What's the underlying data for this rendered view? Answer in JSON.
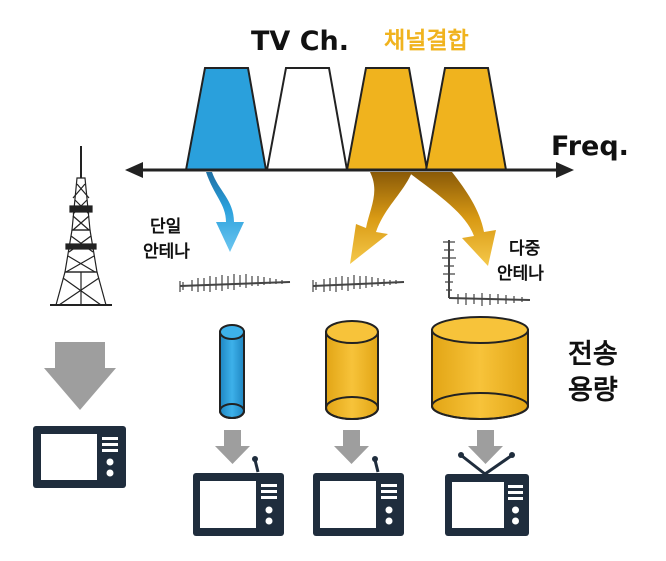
{
  "header": {
    "tv_channel_label": "TV Ch.",
    "channel_bonding_label": "채널결합"
  },
  "axis": {
    "frequency_label": "Freq."
  },
  "antenna_labels": {
    "single_line1": "단일",
    "single_line2": "안테나",
    "multi_line1": "다중",
    "multi_line2": "안테나"
  },
  "capacity_label": {
    "line1": "전송",
    "line2": "용량"
  },
  "colors": {
    "blue": "#2aa0dc",
    "gold": "#f0b31e",
    "grey_arrow": "#9e9e9e",
    "tv_dark": "#1f2d3d",
    "outline": "#222222"
  },
  "icons": [
    "broadcast-tower-icon",
    "tv-icon",
    "log-periodic-antenna-icon",
    "mimo-antenna-icon",
    "cylinder-capacity-icon"
  ]
}
